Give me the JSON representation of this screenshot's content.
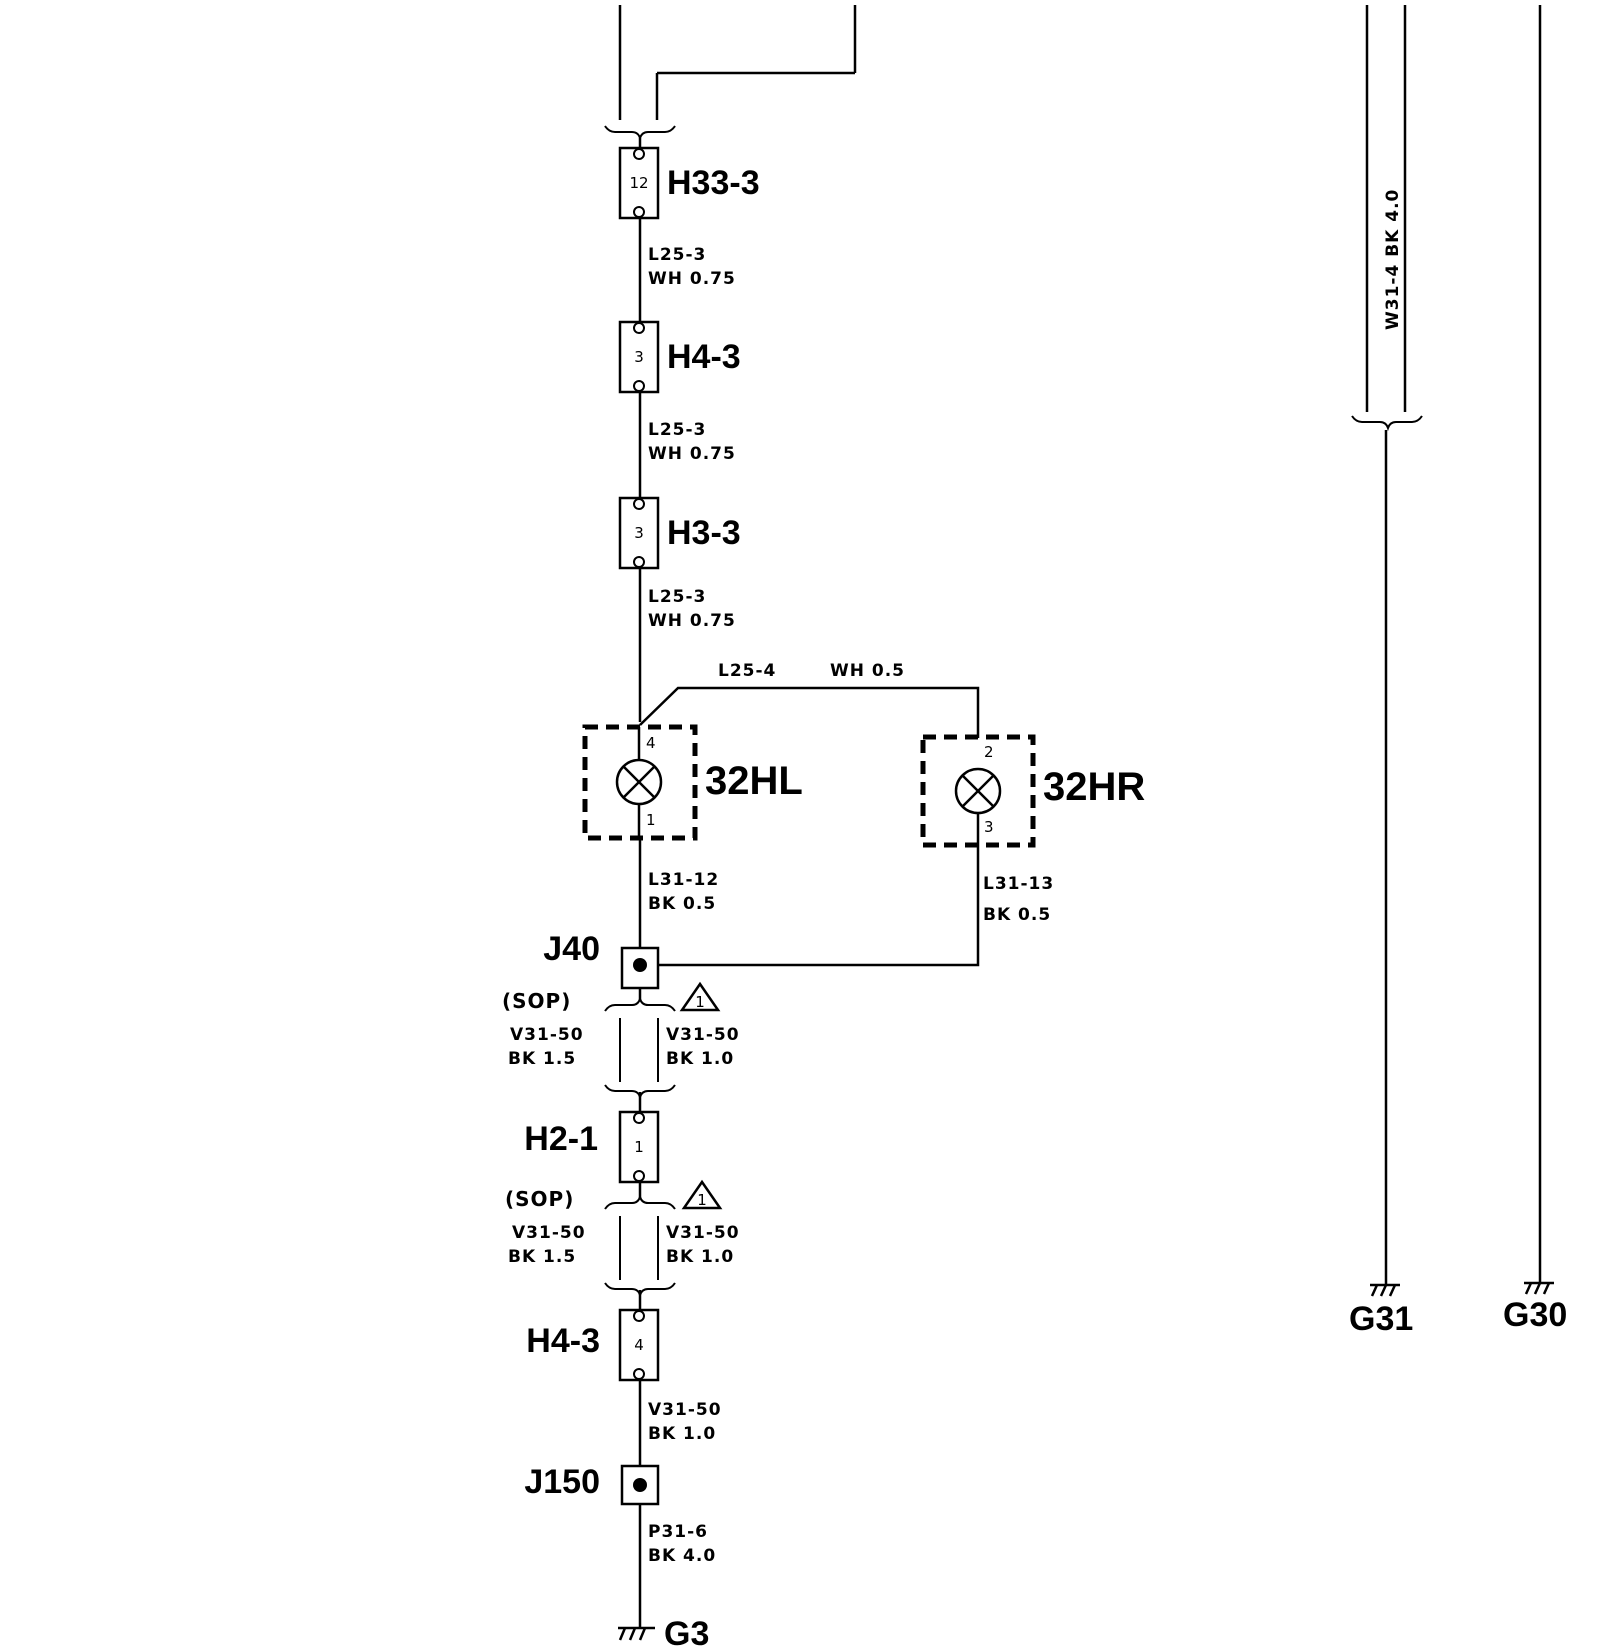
{
  "connectors": {
    "h33_3": {
      "name": "H33-3",
      "pin": "12"
    },
    "h4_3_top": {
      "name": "H4-3",
      "pin": "3"
    },
    "h3_3": {
      "name": "H3-3",
      "pin": "3"
    },
    "h2_1": {
      "name": "H2-1",
      "pin": "1"
    },
    "h4_3_bottom": {
      "name": "H4-3",
      "pin": "4"
    }
  },
  "splices": {
    "j40": "J40",
    "j150": "J150"
  },
  "lamps": {
    "left": {
      "name": "32HL",
      "pin_in": "4",
      "pin_out": "1"
    },
    "right": {
      "name": "32HR",
      "pin_in": "2",
      "pin_out": "3"
    }
  },
  "wires": {
    "l25_3_a": {
      "id": "L25-3",
      "spec": "WH 0.75"
    },
    "l25_3_b": {
      "id": "L25-3",
      "spec": "WH 0.75"
    },
    "l25_3_c": {
      "id": "L25-3",
      "spec": "WH 0.75"
    },
    "l25_4": {
      "id": "L25-4",
      "spec": "WH 0.5"
    },
    "l31_12": {
      "id": "L31-12",
      "spec": "BK 0.5"
    },
    "l31_13": {
      "id": "L31-13",
      "spec": "BK 0.5"
    },
    "v31_50_a_left": {
      "id": "V31-50",
      "spec": "BK 1.5"
    },
    "v31_50_a_right": {
      "id": "V31-50",
      "spec": "BK 1.0"
    },
    "v31_50_b_left": {
      "id": "V31-50",
      "spec": "BK 1.5"
    },
    "v31_50_b_right": {
      "id": "V31-50",
      "spec": "BK 1.0"
    },
    "v31_50_c": {
      "id": "V31-50",
      "spec": "BK 1.0"
    },
    "p31_6": {
      "id": "P31-6",
      "spec": "BK 4.0"
    },
    "w31_4": {
      "label": "W31-4   BK  4.0"
    }
  },
  "options": {
    "sop_a": "(SOP)",
    "sop_b": "(SOP)",
    "note_a": "1",
    "note_b": "1"
  },
  "grounds": {
    "g3": "G3",
    "g31": "G31",
    "g30": "G30"
  }
}
